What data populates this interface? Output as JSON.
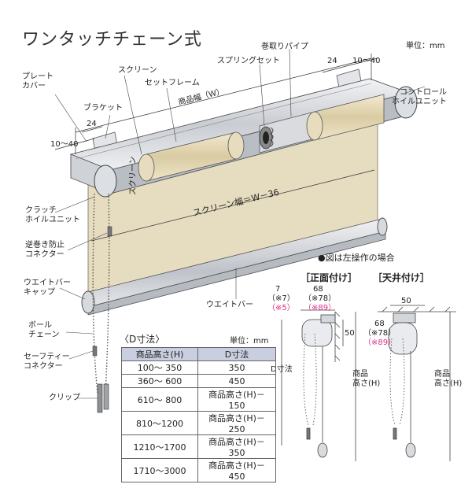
{
  "title": "ワンタッチチェーン式",
  "unit_top": "単位：mm",
  "labels": {
    "plate_cover": "プレート\nカバー",
    "screen": "スクリーン",
    "set_frame": "セットフレーム",
    "spring_set": "スプリングセット",
    "winding_pipe": "巻取りパイプ",
    "control_wheel": "コントロール\nホイルユニット",
    "bracket": "ブラケット",
    "product_width": "商品幅（W）",
    "dim_24_left": "24",
    "dim_10_40_left": "10～40",
    "dim_24_right": "24",
    "dim_10_40_right": "10～40",
    "clutch_wheel": "クラッチ\nホイルユニット",
    "screen_inner": "スクリーン",
    "screen_width": "スクリーン幅＝W－36",
    "anti_reverse": "逆巻き防止\nコネクター",
    "weight_bar_cap": "ウエイトバー\nキャップ",
    "weight_bar": "ウエイトバー",
    "ball_chain": "ボール\nチェーン",
    "safety_connector": "セーフティー\nコネクター",
    "clip": "クリップ",
    "left_op_note": "●図は左操作の場合"
  },
  "side_views": {
    "front_mount_title": "［正面付け］",
    "ceiling_mount_title": "［天井付け］",
    "front": {
      "d7": "7",
      "d7_alt": "（※7）",
      "d5_alt": "（※5）",
      "d68": "68",
      "d78_alt": "（※78）",
      "d89_alt": "（※89）",
      "d50": "50",
      "d_dim": "D寸法",
      "height": "商品\n高さ(H)"
    },
    "ceiling": {
      "d50": "50",
      "d68": "68",
      "d78_alt": "（※78）",
      "d89_alt": "（※89）",
      "height": "商品\n高さ(H)"
    }
  },
  "d_table": {
    "title": "〈D寸法〉",
    "unit": "単位：mm",
    "headers": [
      "商品高さ(H)",
      "D寸法"
    ],
    "rows": [
      [
        "100～ 350",
        "350"
      ],
      [
        "360～ 600",
        "450"
      ],
      [
        "610～ 800",
        "商品高さ(H)－150"
      ],
      [
        "810～1200",
        "商品高さ(H)－250"
      ],
      [
        "1210～1700",
        "商品高さ(H)－350"
      ],
      [
        "1710～3000",
        "商品高さ(H)－450"
      ]
    ]
  },
  "colors": {
    "screen": "#e6dcc0",
    "frame": "#d8dbe0",
    "header_bg": "#c9cfe0",
    "pink_note": "#e0308a"
  }
}
